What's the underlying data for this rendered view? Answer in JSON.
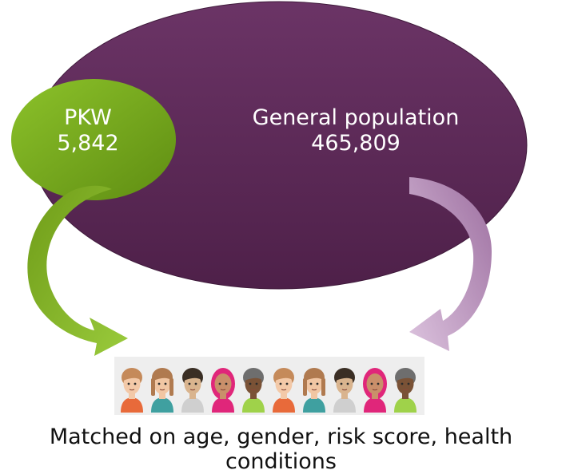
{
  "pkw": {
    "name": "PKW",
    "count": "5,842"
  },
  "general": {
    "name": "General population",
    "count": "465,809"
  },
  "caption": "Matched on age, gender, risk score, health conditions",
  "people": [
    {
      "icon": "man-face-icon",
      "skin": "#f3c9a8",
      "hair": "#c58a5a",
      "shirt": "#e86a3a",
      "hijab": false
    },
    {
      "icon": "woman-face-icon",
      "skin": "#f1c6a3",
      "hair": "#b07a4f",
      "shirt": "#3fa0a0",
      "hijab": false
    },
    {
      "icon": "man-face-icon",
      "skin": "#d9b48e",
      "hair": "#3a2e24",
      "shirt": "#cfcfcf",
      "hijab": false
    },
    {
      "icon": "hijab-woman-face-icon",
      "skin": "#c98f6a",
      "hair": "#e0267a",
      "shirt": "#e0267a",
      "hijab": true
    },
    {
      "icon": "man-face-icon",
      "skin": "#7a5236",
      "hair": "#6e6e6e",
      "shirt": "#9fd24a",
      "hijab": false
    },
    {
      "icon": "man-face-icon",
      "skin": "#f3c9a8",
      "hair": "#c58a5a",
      "shirt": "#e86a3a",
      "hijab": false
    },
    {
      "icon": "woman-face-icon",
      "skin": "#f1c6a3",
      "hair": "#b07a4f",
      "shirt": "#3fa0a0",
      "hijab": false
    },
    {
      "icon": "man-face-icon",
      "skin": "#d9b48e",
      "hair": "#3a2e24",
      "shirt": "#cfcfcf",
      "hijab": false
    },
    {
      "icon": "hijab-woman-face-icon",
      "skin": "#c98f6a",
      "hair": "#e0267a",
      "shirt": "#e0267a",
      "hijab": true
    },
    {
      "icon": "man-face-icon",
      "skin": "#7a5236",
      "hair": "#6e6e6e",
      "shirt": "#9fd24a",
      "hijab": false
    }
  ],
  "colors": {
    "general_fill": "#5e2a5a",
    "pkw_fill": "#7aab1e",
    "pkw_arrow": "#86b52a",
    "general_arrow": "#c6a0c9"
  }
}
